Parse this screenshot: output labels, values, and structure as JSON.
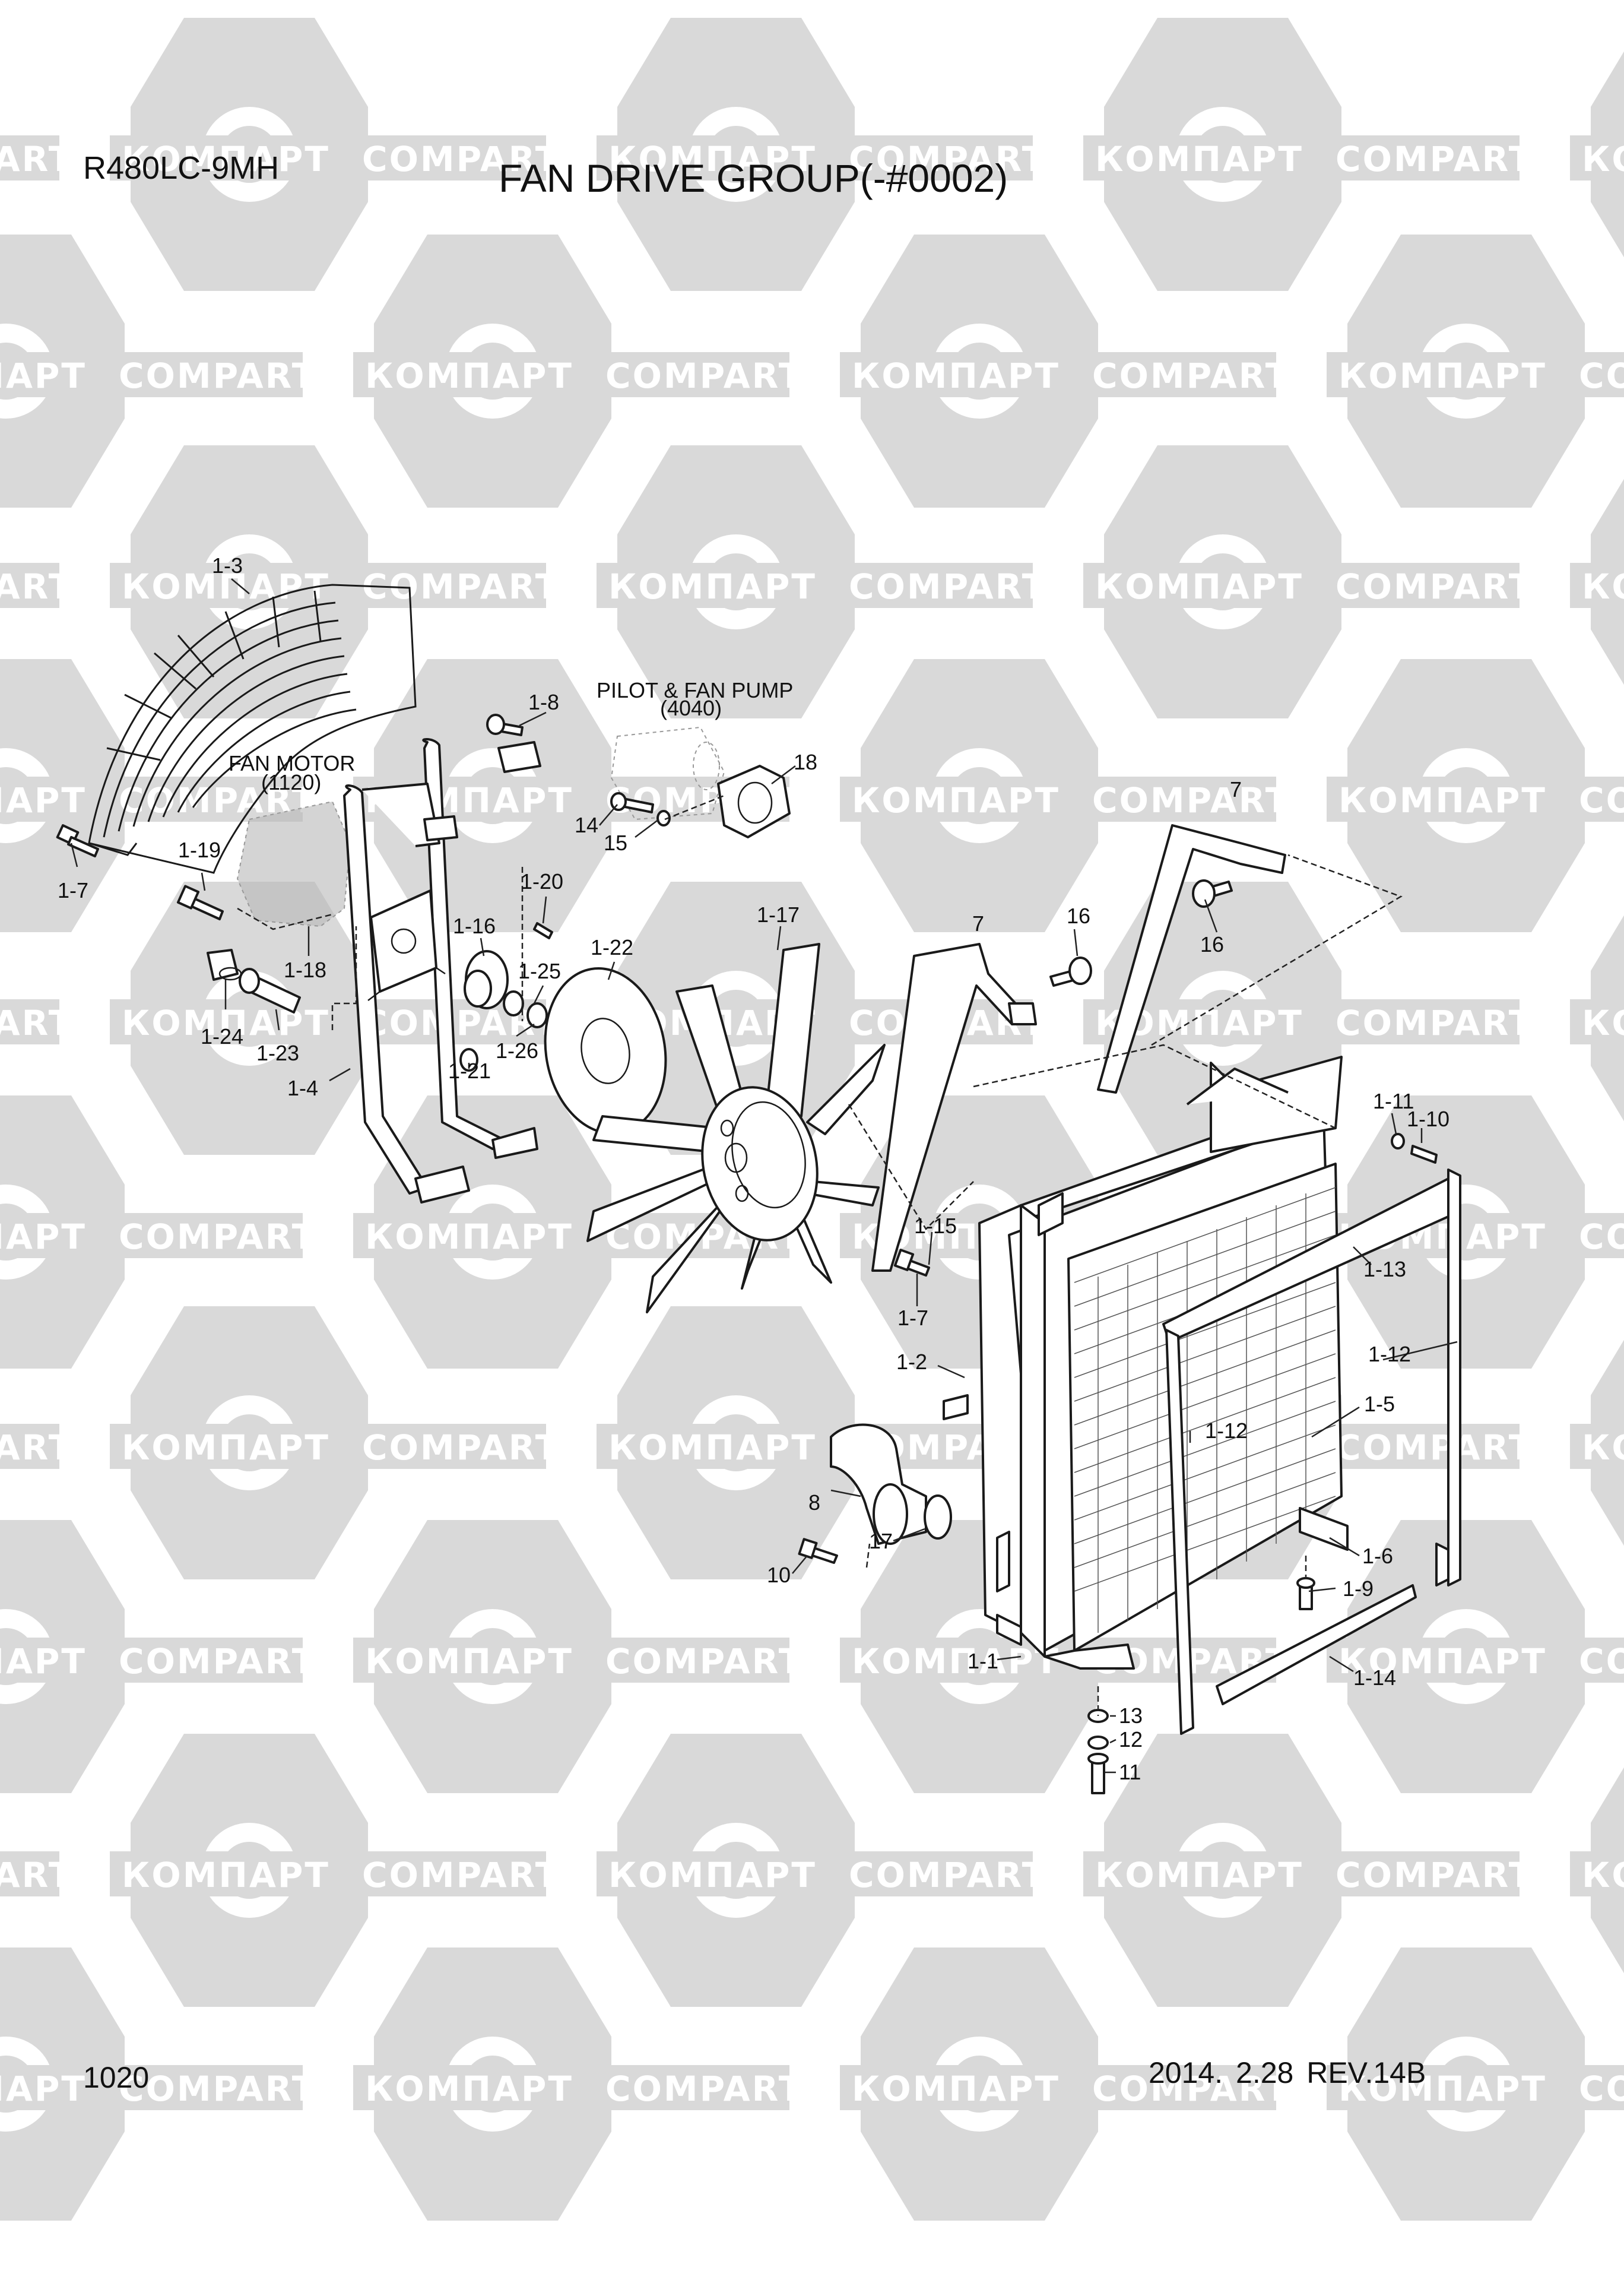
{
  "header": {
    "model": "R480LC-9MH",
    "title": "FAN DRIVE GROUP(-#0002)"
  },
  "footer": {
    "page_number": "1020",
    "revision": "2014. 2.28  REV.14B"
  },
  "watermark": {
    "text_latin": "COMPART",
    "text_cyrillic": "КОМПАРТ",
    "color": "#d9d9d9"
  },
  "colors": {
    "line": "#1a1a1a",
    "background": "#ffffff"
  },
  "subassemblies": {
    "fan_motor": {
      "name": "FAN MOTOR",
      "ref": "(1120)"
    },
    "pilot_fan_pump": {
      "name": "PILOT & FAN PUMP",
      "ref": "(4040)"
    }
  },
  "callouts": [
    "1-3",
    "1-8",
    "18",
    "1-7",
    "1-19",
    "1-20",
    "1-16",
    "1-25",
    "1-22",
    "1-17",
    "7",
    "16",
    "16",
    "7",
    "1-24",
    "1-23",
    "1-18",
    "1-21",
    "1-26",
    "1-4",
    "14",
    "15",
    "1-11",
    "1-10",
    "1-15",
    "1-7",
    "1-13",
    "1-12",
    "1-2",
    "1-12",
    "1-5",
    "8",
    "17",
    "10",
    "1-6",
    "1-9",
    "1-14",
    "1-1",
    "13",
    "12",
    "11"
  ]
}
